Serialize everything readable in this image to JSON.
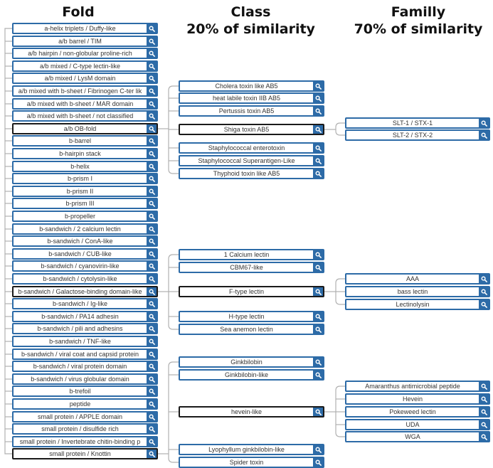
{
  "headers": {
    "fold": "Fold",
    "class_title": "Class",
    "class_sub": "20% of similarity",
    "family_title": "Familly",
    "family_sub": "70% of similarity"
  },
  "icon": "search-icon",
  "colors": {
    "accent": "#2d6ba7",
    "selected_border": "#1a1a1a",
    "connector": "#b0b0b0"
  },
  "fold": {
    "selected": [
      9,
      35
    ],
    "items": [
      "a-helix triplets / Duffy-like",
      "a/b barrel / TIM",
      "a/b hairpin / non-globular proline-rich",
      "a/b mixed / C-type lectin-like",
      "a/b mixed / LysM domain",
      "a/b mixed with b-sheet / Fibrinogen C-ter lik",
      "a/b mixed with b-sheet / MAR domain",
      "a/b mixed with b-sheet / not classified",
      "a/b OB-fold",
      "b-barrel",
      "b-hairpin stack",
      "b-helix",
      "b-prism I",
      "b-prism II",
      "b-prism III",
      "b-propeller",
      "b-sandwich / 2 calcium lectin",
      "b-sandwich / ConA-like",
      "b-sandwich / CUB-like",
      "b-sandwich / cyanovirin-like",
      "b-sandwich / cytolysin-like",
      "b-sandwich / Galactose-binding domain-like",
      "b-sandwich / Ig-like",
      "b-sandwich / PA14 adhesin",
      "b-sandwich / pili and adhesins",
      "b-sandwich / TNF-like",
      "b-sandwich / viral coat and capsid protein",
      "b-sandwich / viral protein domain",
      "b-sandwich / virus globular domain",
      "b-trefoil",
      "peptide",
      "small protein / APPLE domain",
      "small protein / disulfide rich",
      "small protein / Invertebrate chitin-binding p",
      "small protein / Knottin"
    ]
  },
  "class": {
    "groups": [
      {
        "selected": "Shiga toxin AB5",
        "items": [
          "Cholera toxin like AB5",
          "heat labile toxin IIB AB5",
          "Pertussis toxin AB5",
          "Shiga toxin AB5",
          "Staphylococcal enterotoxin",
          "Staphylococcal Superantigen-Like",
          "Thyphoid toxin like AB5"
        ]
      },
      {
        "selected": "F-type lectin",
        "items": [
          "1 Calcium lectin",
          "CBM67-like",
          "F-type lectin",
          "H-type lectin",
          "Sea anemon lectin"
        ]
      },
      {
        "selected": "hevein-like",
        "items": [
          "Ginkbilobin",
          "Ginkbilobin-like",
          "hevein-like",
          "Lyophyllum ginkbilobin-like",
          "Spider toxin"
        ]
      }
    ]
  },
  "family": {
    "groups": [
      {
        "items": [
          "SLT-1 / STX-1",
          "SLT-2 / STX-2"
        ]
      },
      {
        "items": [
          "AAA",
          "bass lectin",
          "Lectinolysin"
        ]
      },
      {
        "items": [
          "Amaranthus antimicrobial peptide",
          "Hevein",
          "Pokeweed lectin",
          "UDA",
          "WGA"
        ]
      }
    ]
  }
}
